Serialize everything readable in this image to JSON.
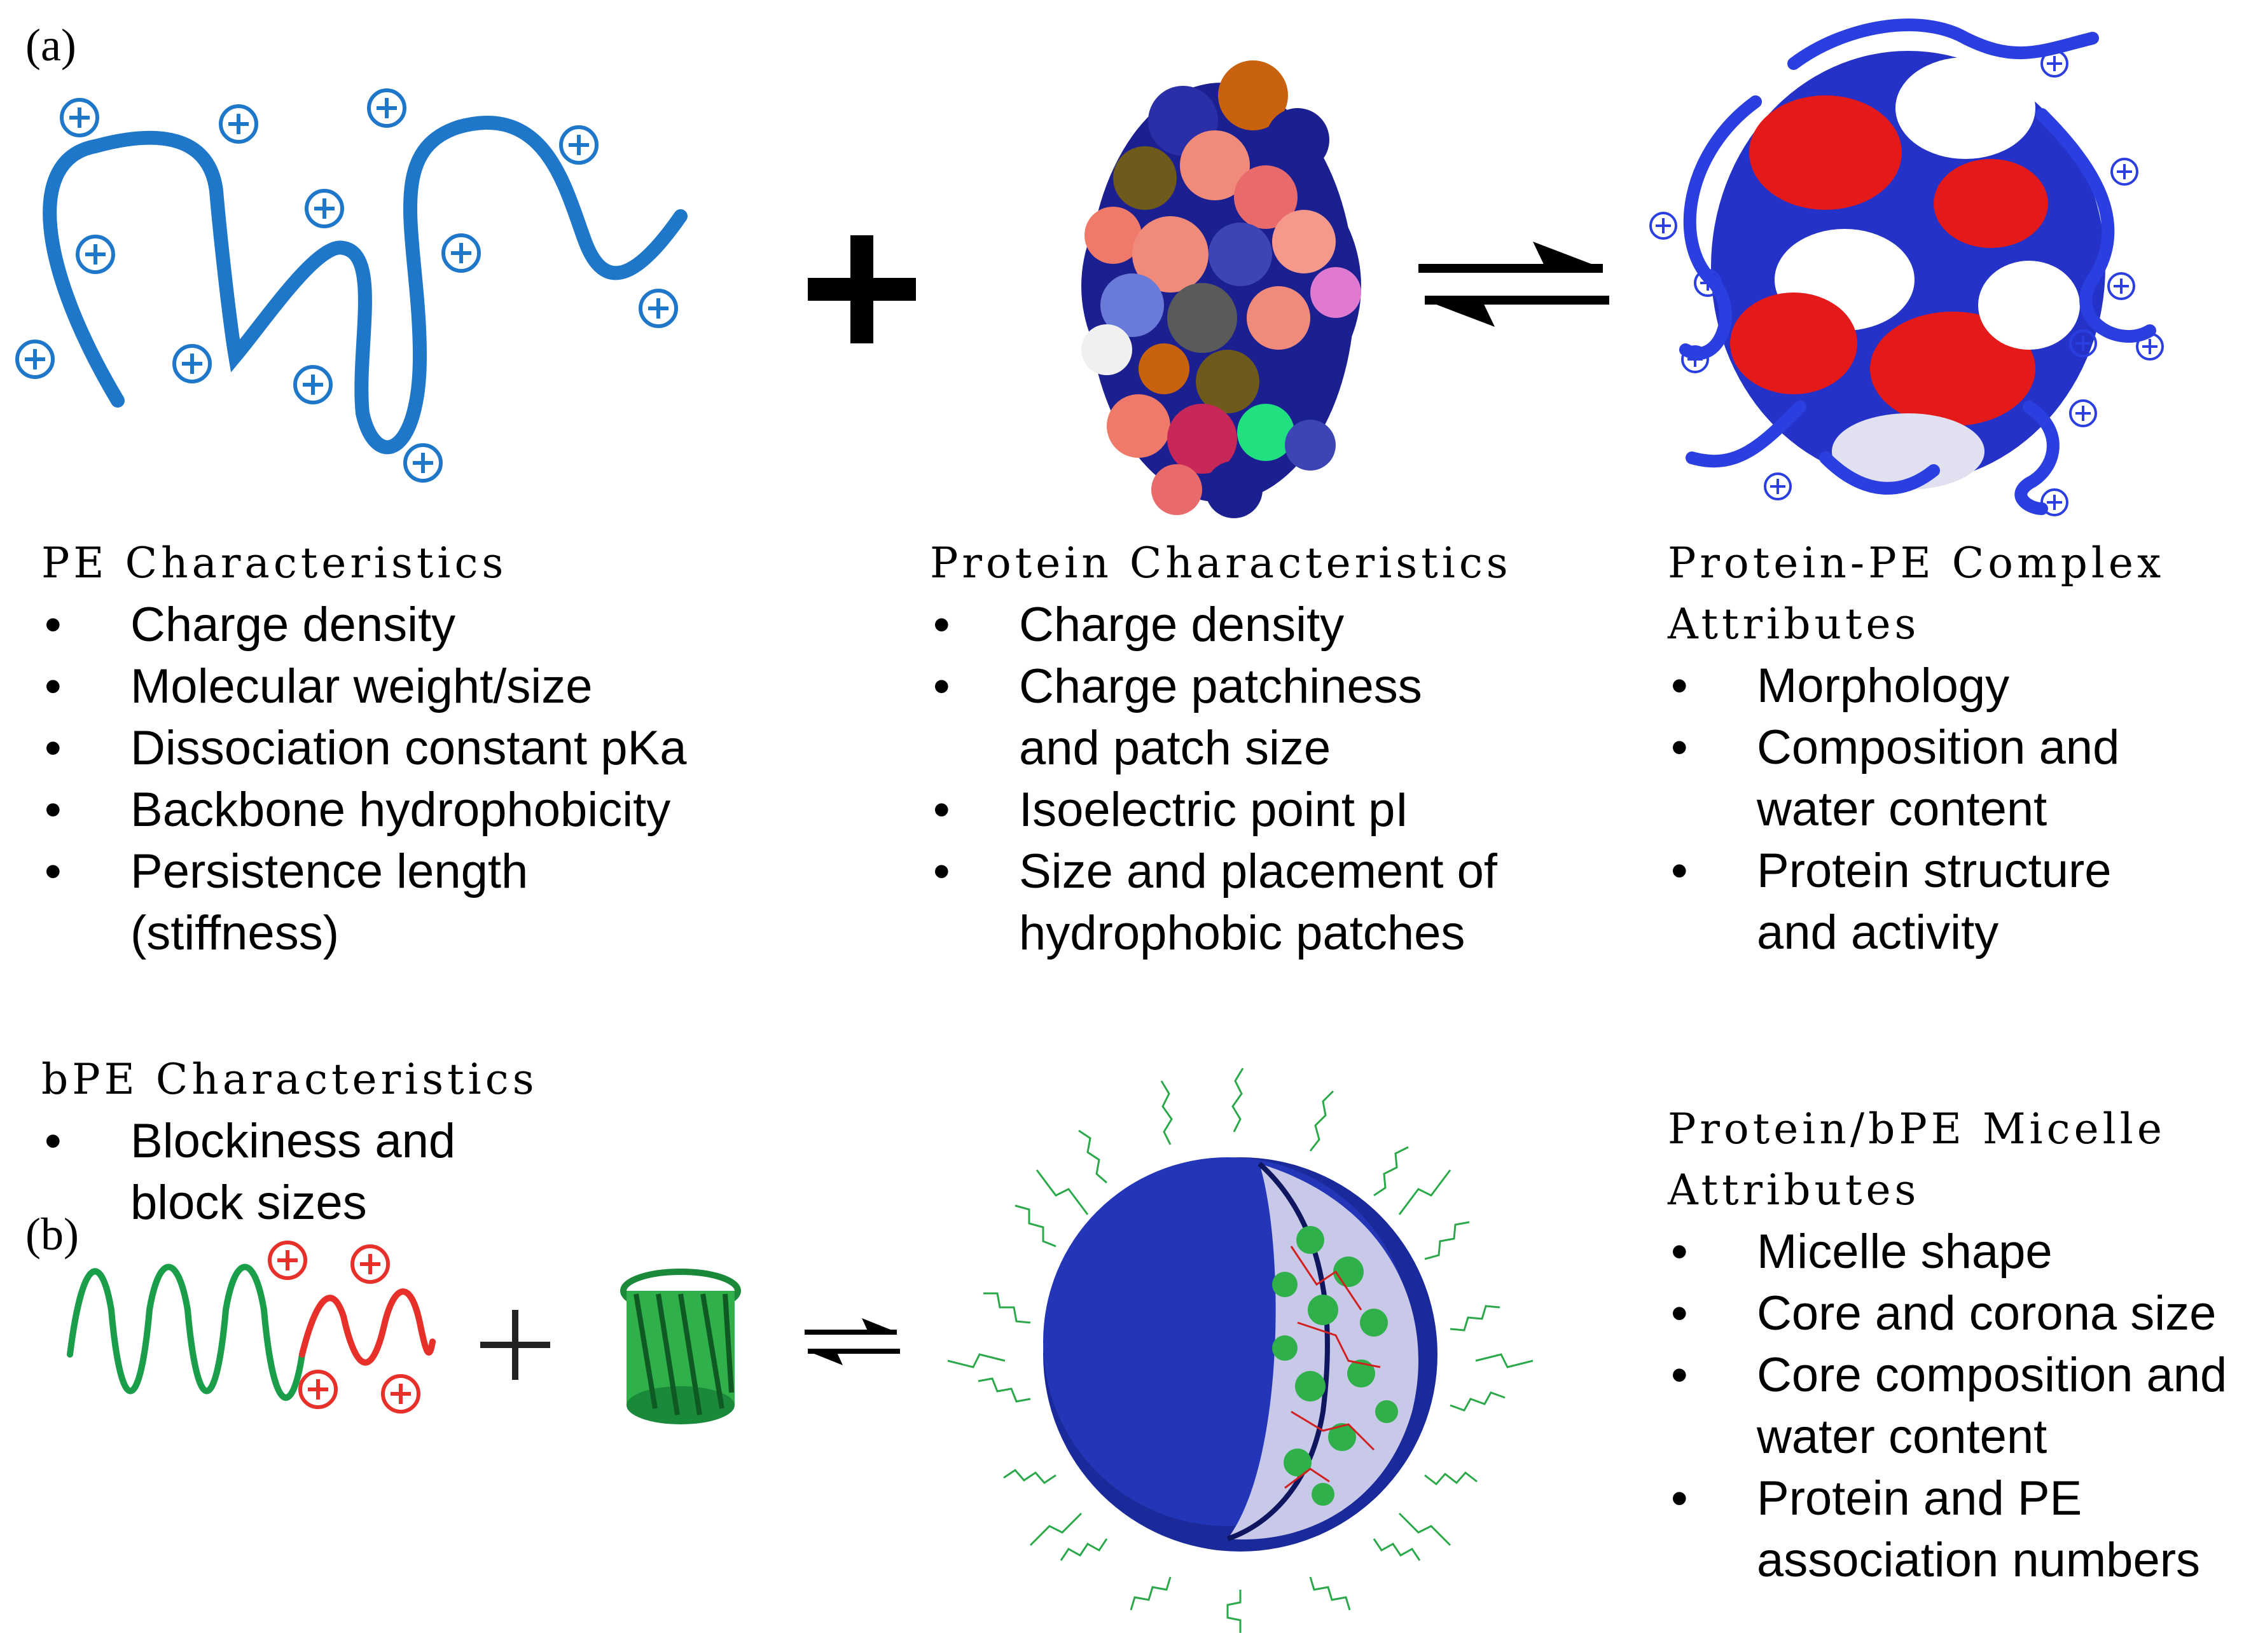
{
  "panel_labels": {
    "a": "(a)",
    "b": "(b)"
  },
  "pe": {
    "heading": "PE Characteristics",
    "items": [
      [
        "Charge density"
      ],
      [
        "Molecular weight/size"
      ],
      [
        "Dissociation constant pKa"
      ],
      [
        "Backbone hydrophobicity"
      ],
      [
        "Persistence length",
        "(stiffness)"
      ]
    ]
  },
  "protein": {
    "heading": "Protein Characteristics",
    "items": [
      [
        "Charge density"
      ],
      [
        "Charge patchiness",
        "and patch size"
      ],
      [
        "Isoelectric point pI"
      ],
      [
        "Size and placement of",
        "hydrophobic patches"
      ]
    ]
  },
  "complex": {
    "heading_lines": [
      "Protein-PE Complex",
      "Attributes"
    ],
    "items": [
      [
        "Morphology"
      ],
      [
        "Composition and",
        "water content"
      ],
      [
        "Protein structure",
        "and activity"
      ]
    ]
  },
  "bpe": {
    "heading": "bPE Characteristics",
    "items": [
      [
        "Blockiness and",
        "block sizes"
      ]
    ]
  },
  "micelle": {
    "heading_lines": [
      "Protein/bPE Micelle",
      "Attributes"
    ],
    "items": [
      [
        "Micelle shape"
      ],
      [
        "Core and corona size"
      ],
      [
        "Core composition and",
        "water content"
      ],
      [
        "Protein and PE",
        "association numbers"
      ]
    ]
  },
  "colors": {
    "pe_blue": "#1f77c9",
    "complex_blue": "#2b3fe0",
    "block_green": "#1a9e4a",
    "block_red": "#e8302a",
    "micelle_blue": "#1b2a9a"
  },
  "icons": [
    "plus-charge-icon",
    "plus-sign-icon",
    "equilibrium-arrows-icon"
  ]
}
